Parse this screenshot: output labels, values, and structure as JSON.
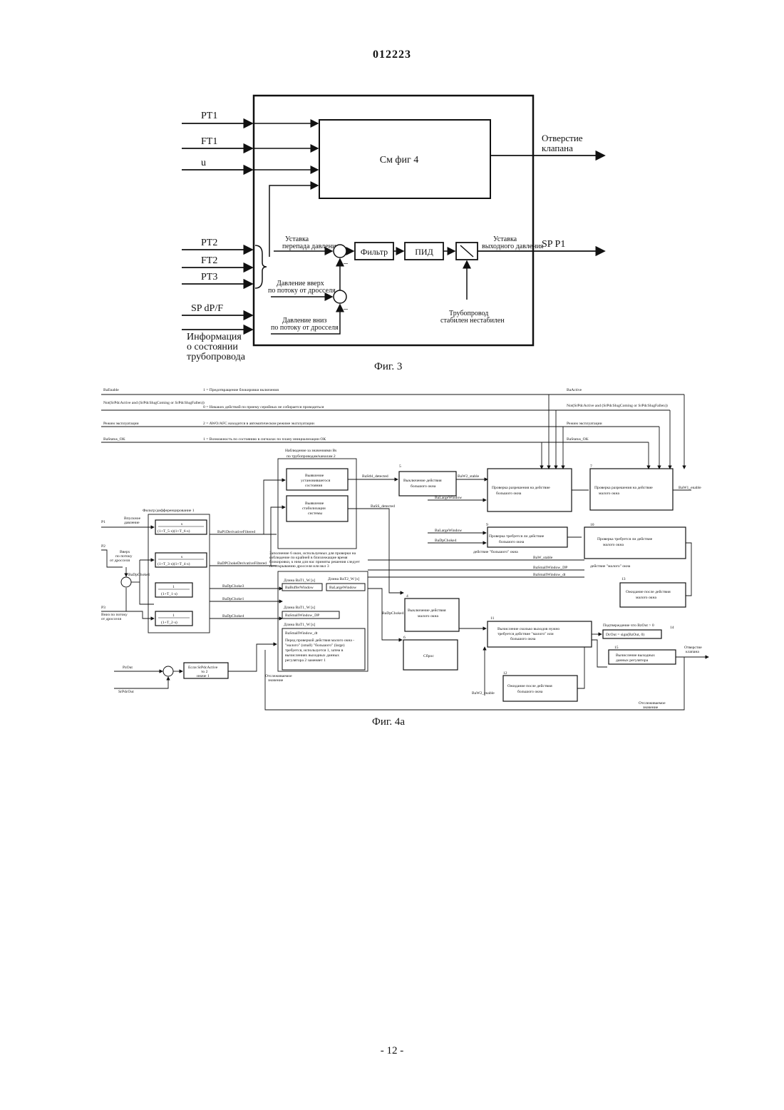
{
  "header": {
    "doc_number": "012223"
  },
  "footer": {
    "page": "- 12 -"
  },
  "fig3": {
    "caption": "Фиг. 3",
    "inputs": [
      "PT1",
      "FT1",
      "u",
      "PT2",
      "FT2",
      "PT3",
      "SP dP/F"
    ],
    "info_lines": [
      "Информация",
      "о состоянии",
      "трубопровода"
    ],
    "center_box": "См фиг 4",
    "output1": [
      "Отверстие",
      "клапана"
    ],
    "output2": "SP P1",
    "setpoint_label": [
      "Уставка",
      "перепада давления"
    ],
    "filter": "Фильтр",
    "pid": "ПИД",
    "up_label": [
      "Давление вверх",
      "по потоку от дросселя"
    ],
    "down_label": [
      "Давление вниз",
      "по потоку от дросселя"
    ],
    "out_setpoint": [
      "Уставка",
      "выходного давления"
    ],
    "pipeline_label": [
      "Трубопровод",
      "стабилен нестабилен"
    ],
    "minus": "–"
  },
  "fig4a": {
    "caption": "Фиг. 4а",
    "top_signals": [
      {
        "name": "BaEnable",
        "desc": "1 = Предотвращение блокировки включения"
      },
      {
        "name": "Not(SrPdcActive and (SrPdcSlugComing or SrPdcSlugFallen))",
        "desc": "0 = Никаких действий по приему серийных не собирается проводиться"
      },
      {
        "name": "Режим эксплуатации",
        "desc": "2 = AWO/AFC находится в автоматическом режиме эксплуатации"
      },
      {
        "name": "BaStatus_OK",
        "desc": "1 = Возможность по состоянию в сигналах по плану инициализации ОК"
      }
    ],
    "right_signals": [
      "BaActive",
      "Not(SrPdcActive and (SrPdcSlugComing or SrPdcSlugFallen))",
      "Режим эксплуатации",
      "BaStatus_OK"
    ],
    "monitor_title": [
      "Наблюдение за значениями Bs",
      "по трубопроводам/каналам 2"
    ],
    "steady": [
      "Выявление",
      "установившегося",
      "состояния"
    ],
    "unstable": [
      "Выявление",
      "стабилизации",
      "системы"
    ],
    "filter_title": "Фильтр/дифференцирование 1",
    "tf": [
      "(1+T_5·s)(1+T_6·s)",
      "(1+T_3·s)(1+T_4·s)",
      "(1+T_1·s)",
      "(1+T_2·s)"
    ],
    "tf_num": "s",
    "tf_one": "1",
    "p1": "P1",
    "p1_desc": [
      "Впускное",
      "давление"
    ],
    "p2": "P2",
    "p2_desc": [
      "Вверх",
      "по потоку",
      "от дросселя"
    ],
    "p3": "P3",
    "p3_desc": [
      "Вниз по потоку",
      "от дросселя"
    ],
    "signals_mid": [
      "BaP1DerivativeFiltered",
      "BaDPChokeDerivativeFiltered",
      "BaDpChoke3",
      "BaDpChoke1",
      "BaDpChoke4"
    ],
    "ba_dp_choke": "BaDpChoke1",
    "windows_note": [
      "Заполнение 6 окон, используемых для проверки на",
      "соблюдение по крайней в близлежащие время",
      "блокировки, к ним для нас приняты решения следует",
      "по открыванию дросселя или вкл 3"
    ],
    "win_len1": "Длина BaT1_W [s]",
    "win_len2": "Длина BaT2_W [s]",
    "win_len3": "Длина BaT1_W [s]",
    "win_len4": "Длина BaT1_W [s]",
    "win_a": "BaBufferWindow",
    "win_b": "BaLargeWindow",
    "win_c": "BaSmallWindow_DP",
    "win_d": "BaSmallWindow_dt",
    "win_note": [
      "Перед проверкой действия малого окна -",
      "\"малого\" (small) \"большого\" (large)",
      "требуется, используется 1, затем в",
      "вычислениях выходных данных",
      "регулятора 2 заменяет 1"
    ],
    "stab_detected": "BaStbl_detected",
    "ss_detected": "BaSS_detected",
    "b5": "5",
    "b5_text": [
      "Выключение действия",
      "большого окна"
    ],
    "b4": "4",
    "b4_text": [
      "Выключение действия",
      "малого окна"
    ],
    "b6": "6",
    "b6_text": "Сброс",
    "b8_text": [
      "Проверка разрешения на действие",
      "большого окна"
    ],
    "b9": "9",
    "b9_text": [
      "Проверка требуется ли действие",
      "большого окна"
    ],
    "b7": "7",
    "b7_text": [
      "Проверка разрешения на действие",
      "малого окна"
    ],
    "b10": "10",
    "b10_text": [
      "Проверка требуется ли действие",
      "малого окна"
    ],
    "b13": "13",
    "b13_text": [
      "Ожидание после действия",
      "малого окна"
    ],
    "b11": "11",
    "b11_text": [
      "Вычисление сколько выходов нужно",
      "требуется действие \"малого\" или",
      "большого окна"
    ],
    "b12": "12",
    "b12_text": [
      "Ожидание после действия",
      "большого окна"
    ],
    "b14": "14",
    "b14_text": "DcOut = sign(BzOut, 0)",
    "b15": "15",
    "b15_text": [
      "Вычисление выходных",
      "данных регулятора"
    ],
    "confirm": "Подтверждение что BzOut > 0",
    "sig_stable": "BaW2_stable",
    "sig_large": "BaLargeWindow",
    "sig_large2": "BaLargeWindow",
    "sig_choke": "BaDpChoke4",
    "sig_w_stable": "BaW_stable",
    "sig_small_dp": "BaSmallWindow_DP",
    "sig_small_dt": "BaSmallWindow_dt",
    "sig_w1_enable": "BaW1_enable",
    "sig_w2_enable": "BaW2_enable",
    "large_need": "действие \"большого\" окна",
    "small_need": "действие \"малого\" окна",
    "sum_in1": "PzOut",
    "sum_in2": "SrPdcOut",
    "sum_box": [
      "Если SrPdcActive",
      "то 2",
      "иначе 1"
    ],
    "valve_out": [
      "Отверстие",
      "клапана"
    ],
    "track_label": [
      "Отслеживаемое",
      "значение"
    ],
    "track_label2": [
      "Отслеживаемое",
      "значение"
    ]
  }
}
